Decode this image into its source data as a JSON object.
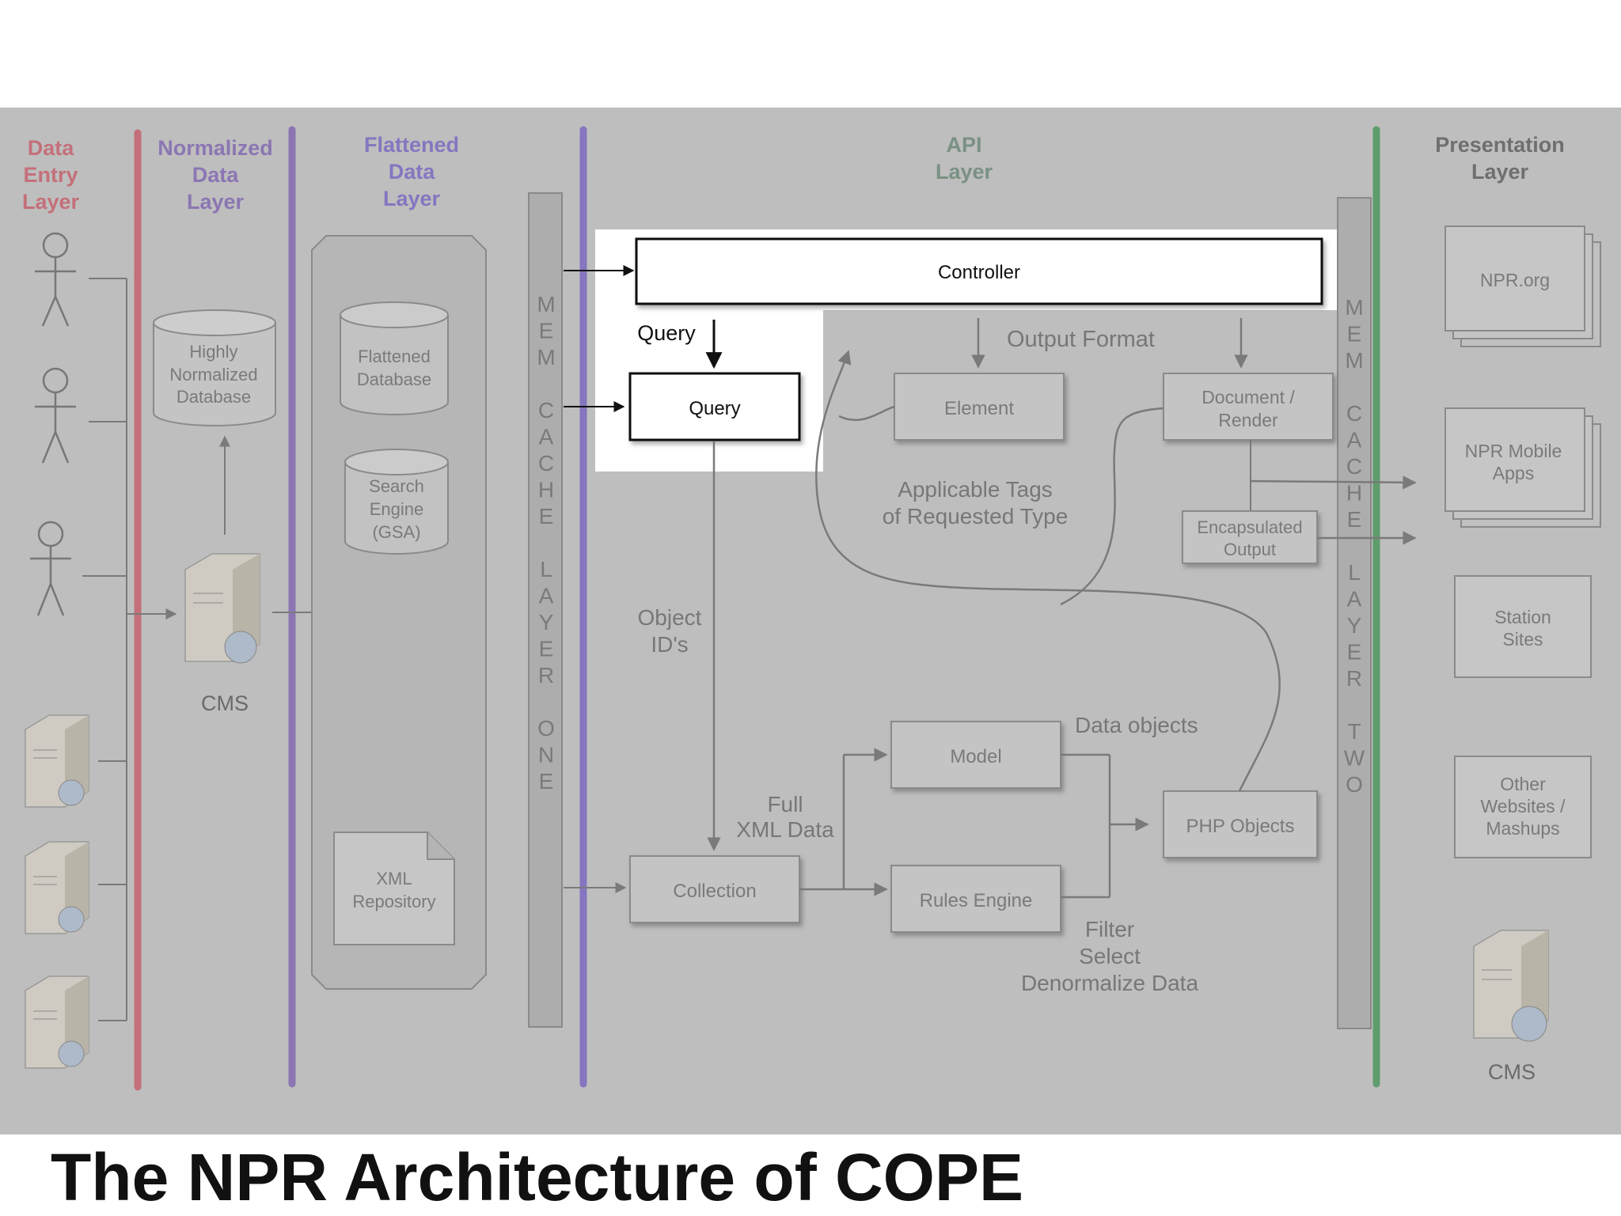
{
  "caption": "The NPR Architecture of COPE",
  "layers": {
    "data_entry": [
      "Data",
      "Entry",
      "Layer"
    ],
    "normalized": [
      "Normalized",
      "Data",
      "Layer"
    ],
    "flattened": [
      "Flattened",
      "Data",
      "Layer"
    ],
    "api": [
      "API",
      "Layer"
    ],
    "presentation": [
      "Presentation",
      "Layer"
    ]
  },
  "colors": {
    "background": "#bebebe",
    "data_entry": "#c4707a",
    "normalized": "#8b76b3",
    "flattened": "#8676c0",
    "api": "#7a9184",
    "presentation": "#5e9c6d"
  },
  "databases": {
    "highly_normalized": [
      "Highly",
      "Normalized",
      "Database"
    ],
    "flattened_db": [
      "Flattened",
      "Database"
    ],
    "search_engine": [
      "Search",
      "Engine",
      "(GSA)"
    ],
    "xml_repository": [
      "XML",
      "Repository"
    ]
  },
  "servers": {
    "cms_left": "CMS",
    "cms_right": "CMS"
  },
  "cache_one": [
    "M",
    "E",
    "M",
    "",
    "C",
    "A",
    "C",
    "H",
    "E",
    "",
    "L",
    "A",
    "Y",
    "E",
    "R",
    "",
    "O",
    "N",
    "E"
  ],
  "cache_two": [
    "M",
    "E",
    "M",
    "",
    "C",
    "A",
    "C",
    "H",
    "E",
    "",
    "L",
    "A",
    "Y",
    "E",
    "R",
    "",
    "T",
    "W",
    "O"
  ],
  "api": {
    "controller": "Controller",
    "query_label": "Query",
    "query_box": "Query",
    "output_format": "Output Format",
    "element": "Element",
    "document_render": [
      "Document /",
      "Render"
    ],
    "applicable_tags": [
      "Applicable Tags",
      "of Requested Type"
    ],
    "encapsulated": [
      "Encapsulated",
      "Output"
    ],
    "object_ids": [
      "Object",
      "ID's"
    ],
    "full_xml": [
      "Full",
      "XML Data"
    ],
    "collection": "Collection",
    "model": "Model",
    "rules_engine": "Rules Engine",
    "data_objects": "Data objects",
    "php_objects": "PHP Objects",
    "filter": [
      "Filter",
      "Select",
      "Denormalize Data"
    ]
  },
  "presentation": {
    "npr_org": "NPR.org",
    "npr_mobile": [
      "NPR Mobile",
      "Apps"
    ],
    "station_sites": [
      "Station",
      "Sites"
    ],
    "other_websites": [
      "Other",
      "Websites /",
      "Mashups"
    ]
  }
}
